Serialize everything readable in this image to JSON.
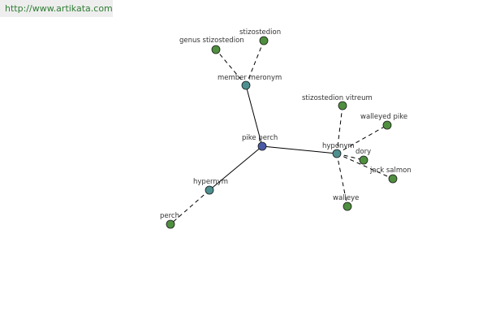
{
  "watermark": {
    "text": "http://www.artikata.com"
  },
  "colors": {
    "center_node": "#4a5aa8",
    "relation_node": "#4e8f8f",
    "leaf_node": "#4f8f3f",
    "solid_edge": "#000000",
    "dashed_edge": "#000000"
  },
  "graph": {
    "nodes": [
      {
        "id": "pike-perch",
        "label": "pike perch",
        "kind": "center"
      },
      {
        "id": "member-meronym",
        "label": "member meronym",
        "kind": "relation"
      },
      {
        "id": "genus-stizostedion",
        "label": "genus stizostedion",
        "kind": "leaf"
      },
      {
        "id": "stizostedion",
        "label": "stizostedion",
        "kind": "leaf"
      },
      {
        "id": "hyponym",
        "label": "hyponym",
        "kind": "relation"
      },
      {
        "id": "stizostedion-vitreum",
        "label": "stizostedion vitreum",
        "kind": "leaf"
      },
      {
        "id": "walleyed-pike",
        "label": "walleyed pike",
        "kind": "leaf"
      },
      {
        "id": "dory",
        "label": "dory",
        "kind": "leaf"
      },
      {
        "id": "jack-salmon",
        "label": "jack salmon",
        "kind": "leaf"
      },
      {
        "id": "walleye",
        "label": "walleye",
        "kind": "leaf"
      },
      {
        "id": "hypernym",
        "label": "hypernym",
        "kind": "relation"
      },
      {
        "id": "perch",
        "label": "perch",
        "kind": "leaf"
      }
    ],
    "edges": [
      {
        "from": "pike-perch",
        "to": "member-meronym",
        "style": "solid"
      },
      {
        "from": "pike-perch",
        "to": "hyponym",
        "style": "solid"
      },
      {
        "from": "pike-perch",
        "to": "hypernym",
        "style": "solid"
      },
      {
        "from": "member-meronym",
        "to": "genus-stizostedion",
        "style": "dashed"
      },
      {
        "from": "member-meronym",
        "to": "stizostedion",
        "style": "dashed"
      },
      {
        "from": "hyponym",
        "to": "stizostedion-vitreum",
        "style": "dashed"
      },
      {
        "from": "hyponym",
        "to": "walleyed-pike",
        "style": "dashed"
      },
      {
        "from": "hyponym",
        "to": "dory",
        "style": "dashed"
      },
      {
        "from": "hyponym",
        "to": "jack-salmon",
        "style": "dashed"
      },
      {
        "from": "hyponym",
        "to": "walleye",
        "style": "dashed"
      },
      {
        "from": "hypernym",
        "to": "perch",
        "style": "dashed"
      }
    ]
  }
}
